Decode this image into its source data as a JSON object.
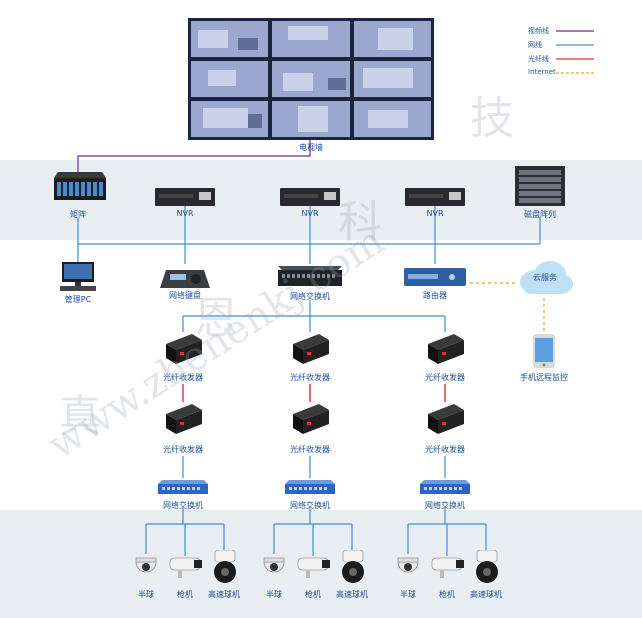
{
  "legend": [
    {
      "label": "视频线",
      "color": "#6a2c91",
      "style": "solid"
    },
    {
      "label": "网线",
      "color": "#3b8fd9",
      "style": "solid"
    },
    {
      "label": "光纤线",
      "color": "#e03030",
      "style": "solid"
    },
    {
      "label": "Internet",
      "color": "#f0a020",
      "style": "dashed"
    }
  ],
  "video_wall": {
    "label": "电视墙"
  },
  "top_row": [
    {
      "label": "矩阵"
    },
    {
      "label": "NVR"
    },
    {
      "label": "NVR"
    },
    {
      "label": "NVR"
    },
    {
      "label": "磁盘阵列"
    }
  ],
  "second_row": [
    {
      "label": "管理PC"
    },
    {
      "label": "网络键盘"
    },
    {
      "label": "网络交换机"
    },
    {
      "label": "路由器"
    },
    {
      "label": "云服务"
    }
  ],
  "mobile": {
    "label": "手机远程监控"
  },
  "branches": [
    {
      "transceiver_top": "光纤收发器",
      "transceiver_bottom": "光纤收发器",
      "switch": "网络交换机",
      "cameras": [
        "半球",
        "枪机",
        "高速球机"
      ]
    },
    {
      "transceiver_top": "光纤收发器",
      "transceiver_bottom": "光纤收发器",
      "switch": "网络交换机",
      "cameras": [
        "半球",
        "枪机",
        "高速球机"
      ]
    },
    {
      "transceiver_top": "光纤收发器",
      "transceiver_bottom": "光纤收发器",
      "switch": "网络交换机",
      "cameras": [
        "半球",
        "枪机",
        "高速球机"
      ]
    }
  ],
  "watermark": {
    "chars": [
      "技",
      "科",
      "恩",
      "真"
    ],
    "url": "www.zhenenkj.com"
  }
}
